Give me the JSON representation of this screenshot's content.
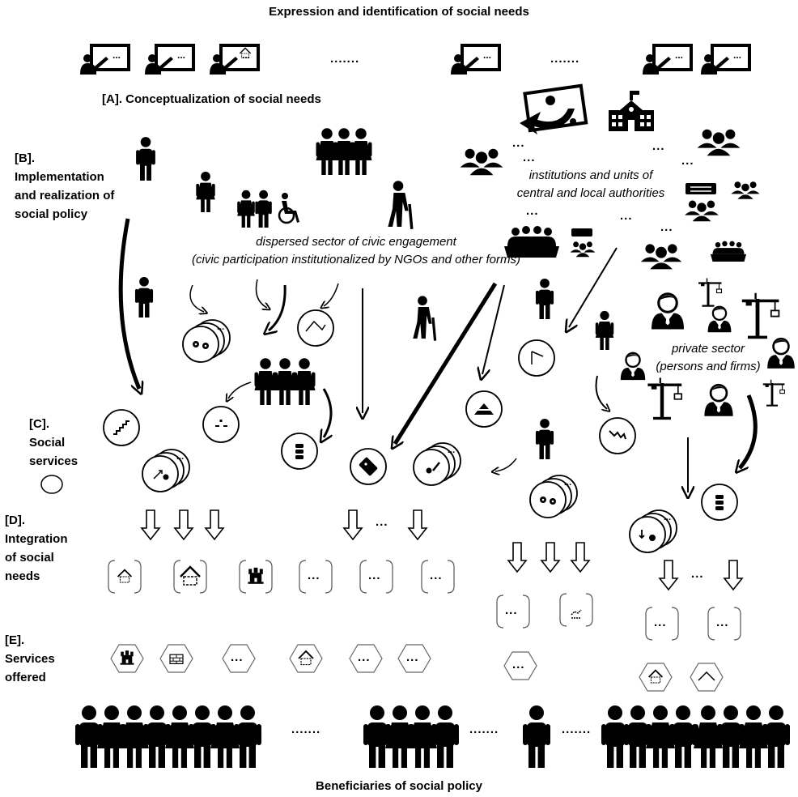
{
  "diagram": {
    "title_top": "Expression and identification of social needs",
    "title_bottom": "Beneficiaries of social policy",
    "labels": {
      "a": "[A]. Conceptualization of social needs",
      "b_line1": "[B].",
      "b_line2": "Implementation",
      "b_line3": "and realization of",
      "b_line4": "social policy",
      "c_line1": "[C].",
      "c_line2": "Social",
      "c_line3": "services",
      "d_line1": "[D].",
      "d_line2": "Integration",
      "d_line3": "of social",
      "d_line4": "needs",
      "e_line1": "[E].",
      "e_line2": "Services",
      "e_line3": "offered"
    },
    "sectors": {
      "civic_line1": "dispersed sector of civic engagement",
      "civic_line2": "(civic participation institutionalized by NGOs and other forms)",
      "institutions_line1": "institutions and units of",
      "institutions_line2": "central and local authorities",
      "private_line1": "private sector",
      "private_line2": "(persons and firms)"
    },
    "ellipsis_long": ".......",
    "ellipsis_short": "...",
    "icons": [
      "presentation-icon",
      "school-icon",
      "group-icon",
      "person-icon",
      "wheelchair-icon",
      "elderly-icon",
      "crane-icon",
      "businessman-icon",
      "house-icon",
      "castle-icon",
      "brick-wall-icon",
      "gear-icon"
    ]
  }
}
